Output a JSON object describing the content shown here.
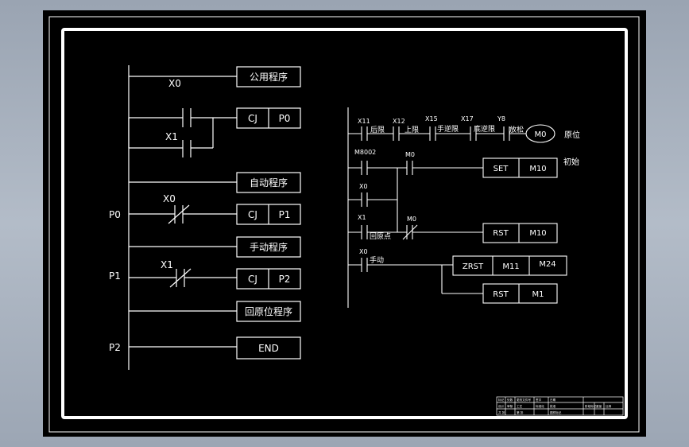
{
  "colors": {
    "background": "#000000",
    "line": "#ffffff",
    "frame_outer": "#ffffff",
    "page_bg": "#a8b2bf"
  },
  "left_ladder": {
    "labels": {
      "x0_top": "X0",
      "x1": "X1",
      "x0_p0": "X0",
      "x1_p1": "X1",
      "p0": "P0",
      "p1": "P1",
      "p2": "P2"
    },
    "boxes": {
      "common": "公用程序",
      "cj": "CJ",
      "p0": "P0",
      "auto": "自动程序",
      "cj2": "CJ",
      "p1": "P1",
      "manual": "手动程序",
      "cj3": "CJ",
      "p2": "P2",
      "home": "回原位程序",
      "end": "END"
    }
  },
  "right_ladder": {
    "row1": {
      "x11": "X11",
      "x12": "X12",
      "x15": "X15",
      "x17": "X17",
      "y8": "Y8",
      "c1": "后限",
      "c2": "上限",
      "c3": "手逆限",
      "c4": "底逆限",
      "c5": "放松",
      "coil": "M0",
      "note": "原位"
    },
    "row2": {
      "m8002": "M8002",
      "m0": "M0",
      "set": "SET",
      "m10": "M10",
      "note": "初始"
    },
    "row3": {
      "x0": "X0"
    },
    "row4": {
      "x1": "X1",
      "label": "回原点",
      "m0": "M0",
      "rst": "RST",
      "m10": "M10"
    },
    "row5": {
      "x0": "X0",
      "label": "手动",
      "zrst": "ZRST",
      "m11": "M11",
      "m24": "M24",
      "rst": "RST",
      "m1": "M1"
    }
  },
  "title_block": {
    "cells": [
      "标记",
      "处数",
      "更改文件号",
      "签字",
      "日期",
      "设计",
      "审核",
      "工艺",
      "标准化",
      "批准",
      "阶段标记",
      "重量",
      "比例",
      "共 张",
      "第 张",
      "图样标记"
    ]
  }
}
